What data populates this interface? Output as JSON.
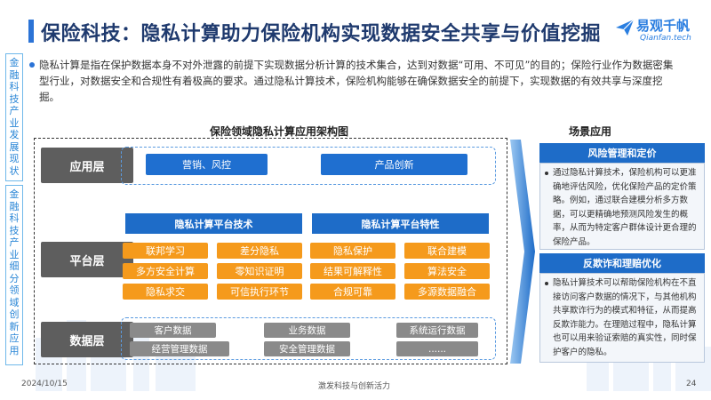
{
  "header": {
    "title": "保险科技：隐私计算助力保险机构实现数据安全共享与价值挖掘",
    "logo_name": "易观千帆",
    "logo_sub": "Qianfan.tech"
  },
  "side_tabs": [
    {
      "label": "金融科技产业发展现状",
      "active": false
    },
    {
      "label": "金融科技产业细分领域创新应用",
      "active": true
    }
  ],
  "intro": {
    "text": "隐私计算是指在保护数据本身不对外泄露的前提下实现数据分析计算的技术集合，达到对数据“可用、不可见”的目的；保险行业作为数据密集型行业，对数据安全和合规性有着极高的要求。通过隐私计算技术，保险机构能够在确保数据安全的前提下，实现数据的有效共享与深度挖掘。"
  },
  "diagram": {
    "title": "保险领域隐私计算应用架构图",
    "layers": {
      "app": {
        "label": "应用层",
        "items": [
          "营销、风控",
          "产品创新"
        ]
      },
      "platform": {
        "label": "平台层",
        "tech_title": "隐私计算平台技术",
        "feature_title": "隐私计算平台特性",
        "tech_items": [
          "联邦学习",
          "差分隐私",
          "多方安全计算",
          "零知识证明",
          "隐私求交",
          "可信执行环节"
        ],
        "feature_items": [
          "隐私保护",
          "联合建模",
          "结果可解释性",
          "算法安全",
          "合规可靠",
          "多源数据融合"
        ]
      },
      "data": {
        "label": "数据层",
        "items": [
          "客户数据",
          "业务数据",
          "系统运行数据",
          "经营管理数据",
          "安全管理数据",
          "......"
        ]
      }
    }
  },
  "scenarios": {
    "title": "场景应用",
    "risk": {
      "header": "风险管理和定价",
      "text": "通过隐私计算技术，保险机构可以更准确地评估风险，优化保险产品的定价策略。例如，通过联合建模分析多方数据，可以更精确地预测风险发生的概率，从而为特定客户群体设计更合理的保险产品。"
    },
    "fraud": {
      "header": "反欺诈和理赔优化",
      "text": "隐私计算技术可以帮助保险机构在不直接访问客户数据的情况下，与其他机构共享欺诈行为的模式和特征，从而提高反欺诈能力。在理赔过程中，隐私计算也可以用来验证索赔的真实性，同时保护客户的隐私。"
    }
  },
  "footer": {
    "date": "2024/10/15",
    "slogan": "激发科技与创新活力",
    "page": "24"
  },
  "colors": {
    "accent": "#2b73d6",
    "deep_blue": "#1e6cc8",
    "orange": "#f59a1c",
    "grey": "#8a8a8a",
    "layer_label": "#5e5e5e"
  }
}
